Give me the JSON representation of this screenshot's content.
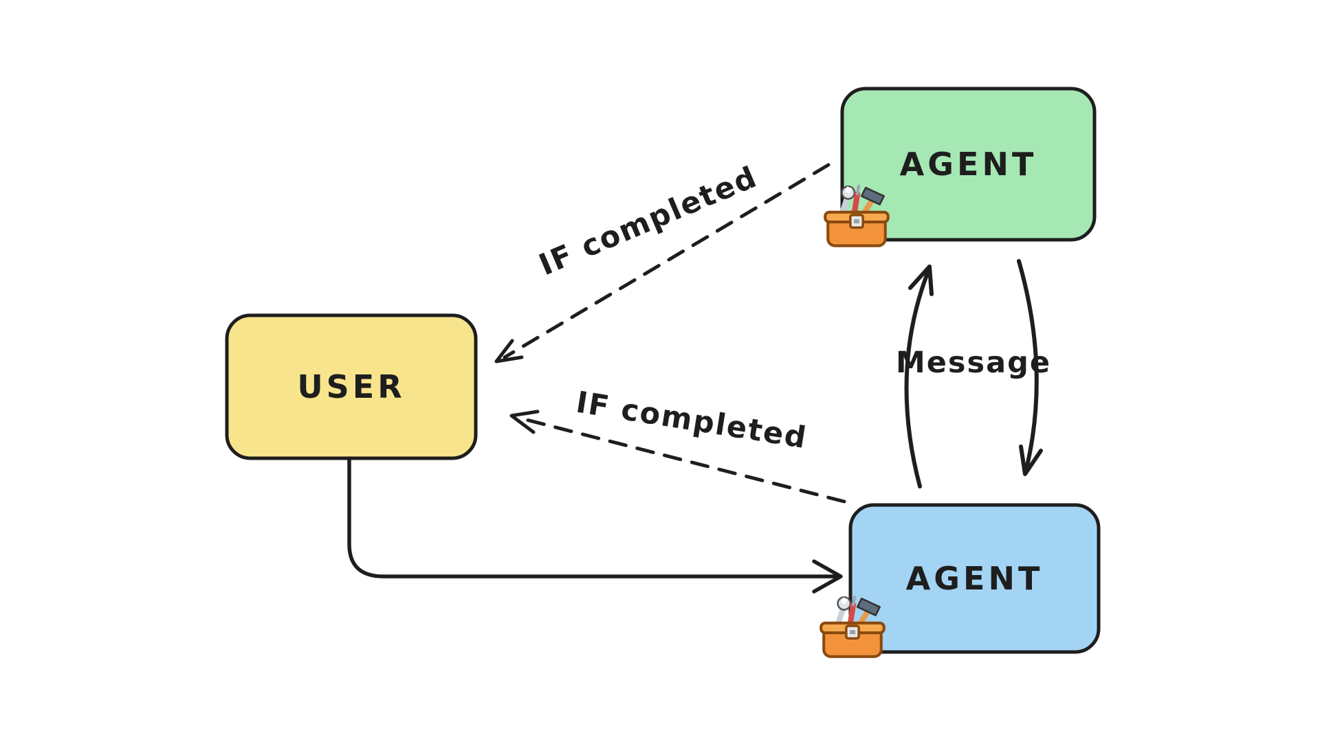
{
  "diagram": {
    "title": "user-agent-message-flow",
    "nodes": {
      "user": {
        "label": "USER"
      },
      "agent_top": {
        "label": "AGENT"
      },
      "agent_bottom": {
        "label": "AGENT"
      }
    },
    "edges": {
      "top_dashed": {
        "label": "IF completed",
        "style": "dashed",
        "from": "agent_top",
        "to": "user"
      },
      "bottom_dashed": {
        "label": "IF completed",
        "style": "dashed",
        "from": "agent_bottom",
        "to": "user"
      },
      "user_to_agent_bottom": {
        "label": "",
        "style": "solid",
        "from": "user",
        "to": "agent_bottom"
      },
      "message_up": {
        "style": "solid",
        "from": "agent_bottom",
        "to": "agent_top"
      },
      "message_down": {
        "style": "solid",
        "from": "agent_top",
        "to": "agent_bottom"
      },
      "message": {
        "label": "Message"
      }
    },
    "icons": {
      "agent_top_tool": "toolbox-icon",
      "agent_bottom_tool": "toolbox-icon"
    },
    "colors": {
      "background": "#ffffff",
      "stroke": "#1e1e1e",
      "user_fill": "#f8e48c",
      "agent_top_fill": "#a5e8b4",
      "agent_bottom_fill": "#a4d4f4",
      "toolbox_orange": "#f2933c",
      "toolbox_outline": "#8a4a0e"
    }
  }
}
